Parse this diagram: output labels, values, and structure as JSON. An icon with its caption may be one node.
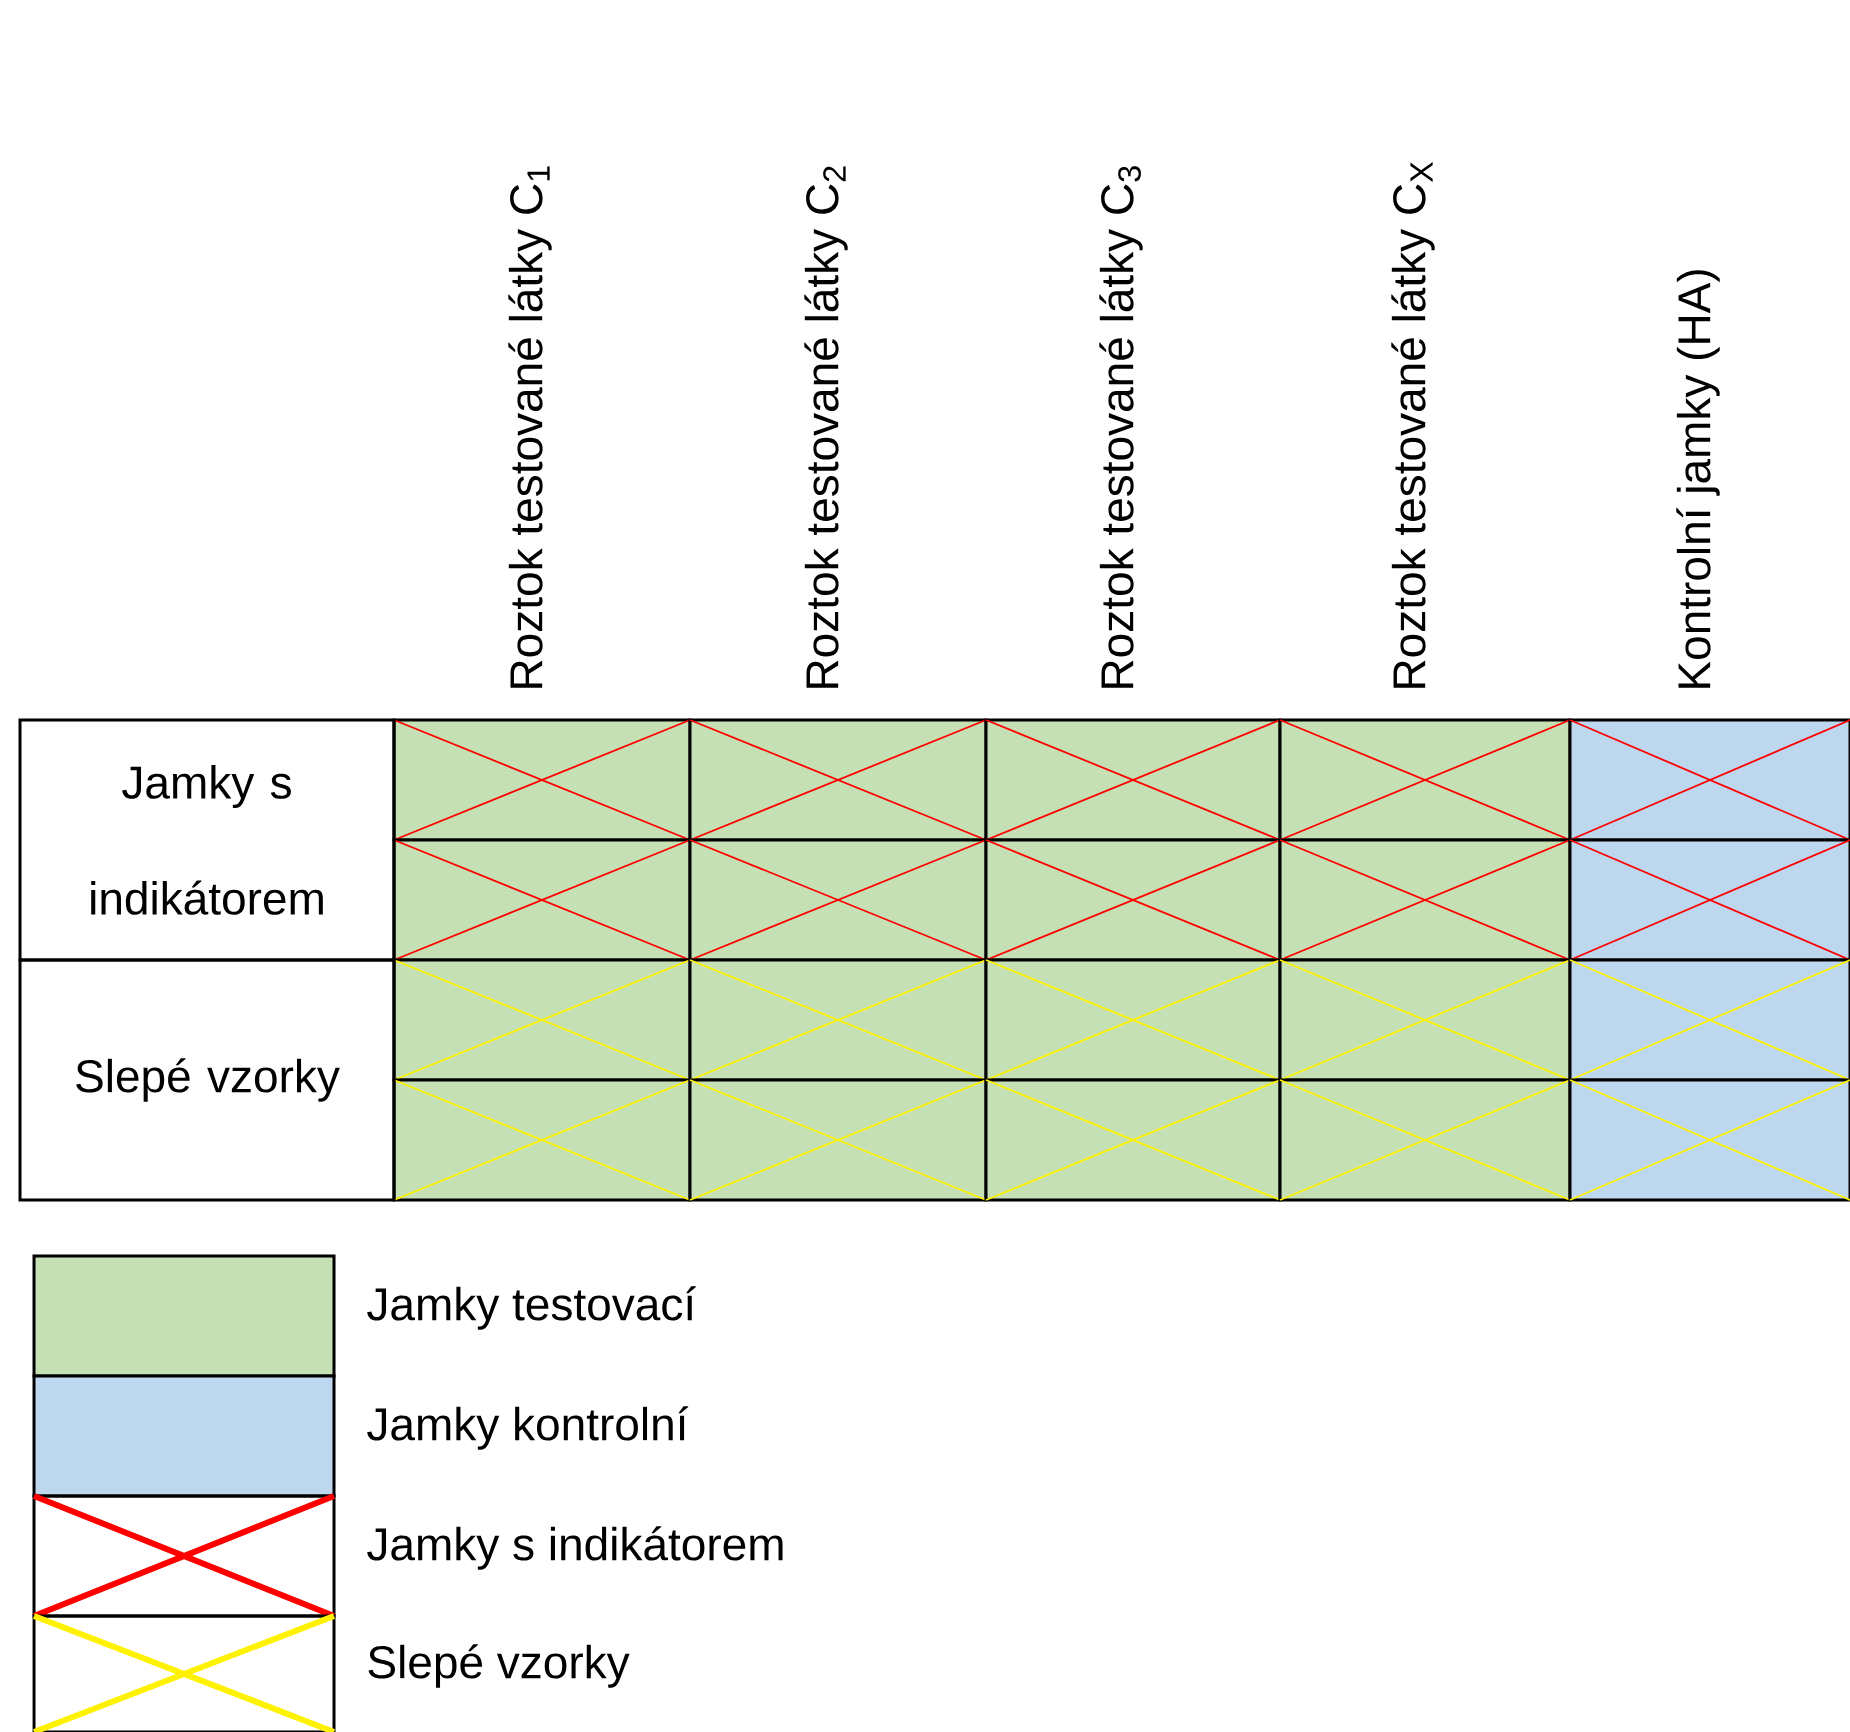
{
  "diagram": {
    "labels": [
      "Roztok testované látky C$_{1}$",
      "Roztok testované látky C$_{2}$",
      "Roztok testované látky C$_{3}$",
      "Roztok testované látky C$_{X}$",
      "Kontrolní jamky (HA)",
      "Jamky s indikátorem",
      "Slepé vzorky"
    ],
    "legend": [
      {
        "text": "Jamky testovací",
        "color": "#c5e0b4"
      },
      {
        "text": "Jamky kontrolní",
        "color": "#bdd7ee"
      },
      {
        "text": "Jamky s indikátorem"
      },
      {
        "text": "Slepé vzorky"
      }
    ]
  }
}
